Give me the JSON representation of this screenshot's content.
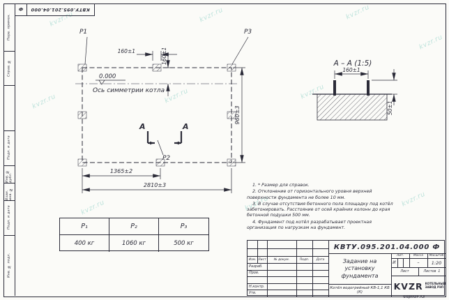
{
  "watermark_text": "kvzr.ru",
  "colors": {
    "ink": "#2b2b38",
    "watermark": "#8bcfc4"
  },
  "frame": {
    "left_labels": [
      "Перв. примен.",
      "Справ. №",
      "Подп. и дата",
      "Инв. № дубл.",
      "Взам. инв. №",
      "Подп. и дата",
      "Инв. № подл."
    ],
    "top_doc_suffix": "Ф",
    "top_doc_number": "КВТУ.095.201.04.000",
    "format_label": "Формат А3"
  },
  "plan": {
    "labels": {
      "p1": "P1",
      "p2": "P2",
      "p3": "P3",
      "elevation": "0.000",
      "axis": "Ось симметрии котла",
      "section": "А"
    },
    "dims": {
      "top_w": "160±1",
      "top_h": "160±1",
      "right_h": "960±3",
      "bottom_inner": "1365±2",
      "bottom_full": "2810±3"
    }
  },
  "section_view": {
    "title": "А – А (1:5)",
    "dim_w": "160±1",
    "dim_h": "50±1"
  },
  "notes": [
    "1. * Размер для справок.",
    "2. Отклонение от горизонтального уровня верхней поверхности фундамента не более 10 мм.",
    "3. В случае отсутствия бетонного пола площадку под котёл забетонировать. Расстояние от осей крайних колонн до края бетонной подушки 500 мм.",
    "4. Фундамент под котёл разрабатывает проектная организация по нагрузкам на фундамент."
  ],
  "load_table": {
    "headers": [
      "P₁",
      "P₂",
      "P₃"
    ],
    "values": [
      "400 кг",
      "1060 кг",
      "500 кг"
    ]
  },
  "title_block": {
    "doc_number": "КВТУ.095.201.04.000 Ф",
    "title_lines": [
      "Задание на",
      "установку",
      "фундамента"
    ],
    "product": "Котёл водогрейный КВ-1,1 КБ (К)",
    "header_cols": [
      "Изм.",
      "Лист",
      "№ докум.",
      "Подп.",
      "Дата"
    ],
    "roles": [
      "Разраб.",
      "Пров.",
      "Н.контр.",
      "Утв."
    ],
    "lit_label": "Лит.",
    "mass_label": "Масса",
    "scale_label": "Масштаб",
    "lit_value": "И",
    "mass_value": "–",
    "scale_value": "1:20",
    "sheet_label": "Лист",
    "sheets_label": "Листов",
    "sheets_value": "1",
    "brand": "KVZR",
    "brand_sub1": "КОТЕЛЬНЫЙ",
    "brand_sub2": "ЗАВОД РЭП"
  }
}
